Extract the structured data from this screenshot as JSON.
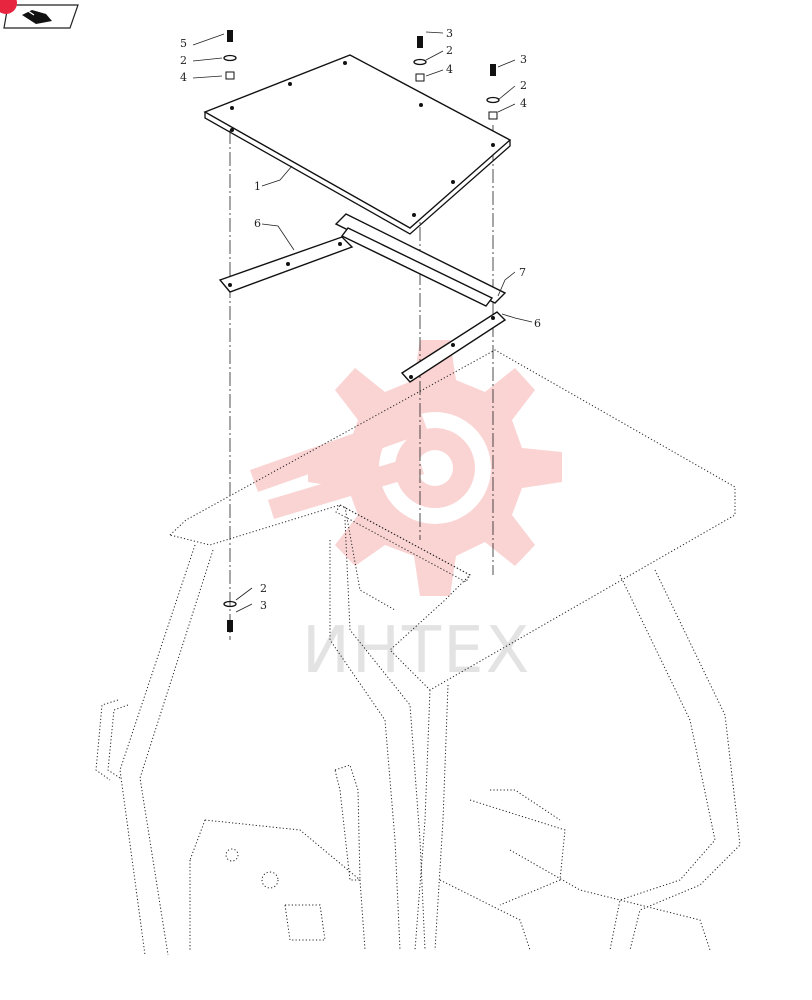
{
  "toolbar": {
    "icon": "parts-catalog-icon",
    "badge_color": "#e8253f"
  },
  "watermark": {
    "text": "ИНТЕХ",
    "color": "#f7a8a8"
  },
  "callouts": [
    {
      "id": "c5a",
      "label": "5"
    },
    {
      "id": "c2a",
      "label": "2"
    },
    {
      "id": "c4a",
      "label": "4"
    },
    {
      "id": "c3b",
      "label": "3"
    },
    {
      "id": "c2b",
      "label": "2"
    },
    {
      "id": "c4b",
      "label": "4"
    },
    {
      "id": "c3c",
      "label": "3"
    },
    {
      "id": "c2c",
      "label": "2"
    },
    {
      "id": "c4c",
      "label": "4"
    },
    {
      "id": "c1",
      "label": "1"
    },
    {
      "id": "c6a",
      "label": "6"
    },
    {
      "id": "c7",
      "label": "7"
    },
    {
      "id": "c6b",
      "label": "6"
    },
    {
      "id": "c2d",
      "label": "2"
    },
    {
      "id": "c3d",
      "label": "3"
    }
  ]
}
